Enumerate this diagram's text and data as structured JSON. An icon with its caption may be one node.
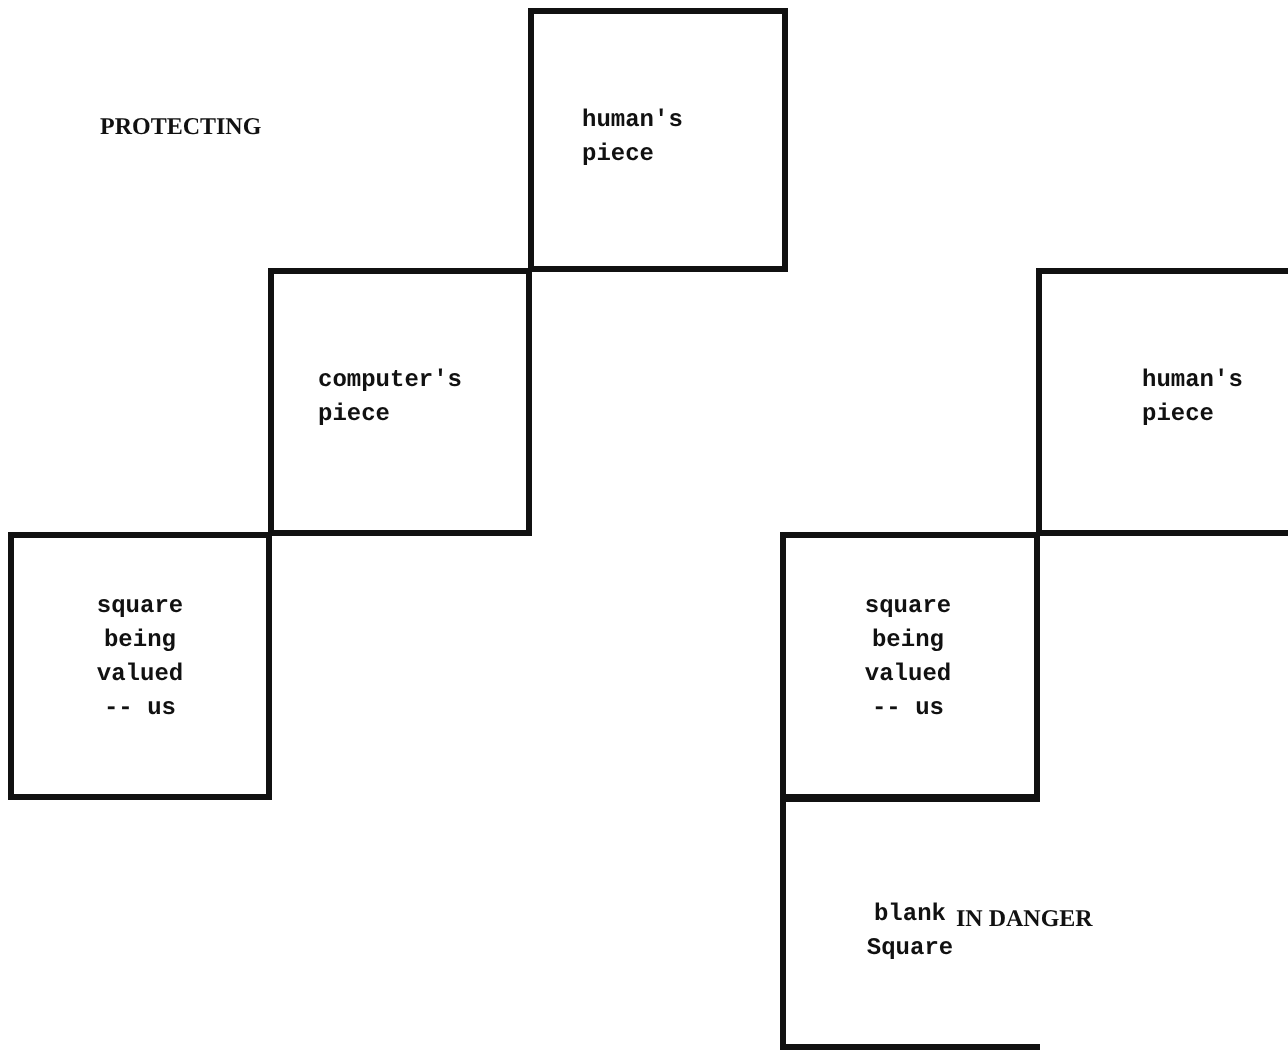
{
  "diagram": {
    "nodes": [
      {
        "text": [
          "human's piece"
        ]
      },
      {
        "text": [
          "computer's piece"
        ]
      },
      {
        "text": [
          "square being valued -- us"
        ]
      },
      {
        "text": [
          "human's piece"
        ]
      },
      {
        "text": [
          "square being valued -- us"
        ]
      },
      {
        "text": [
          "blank Square"
        ]
      }
    ],
    "labels": [
      "PROTECTING",
      "IN DANGER"
    ]
  }
}
